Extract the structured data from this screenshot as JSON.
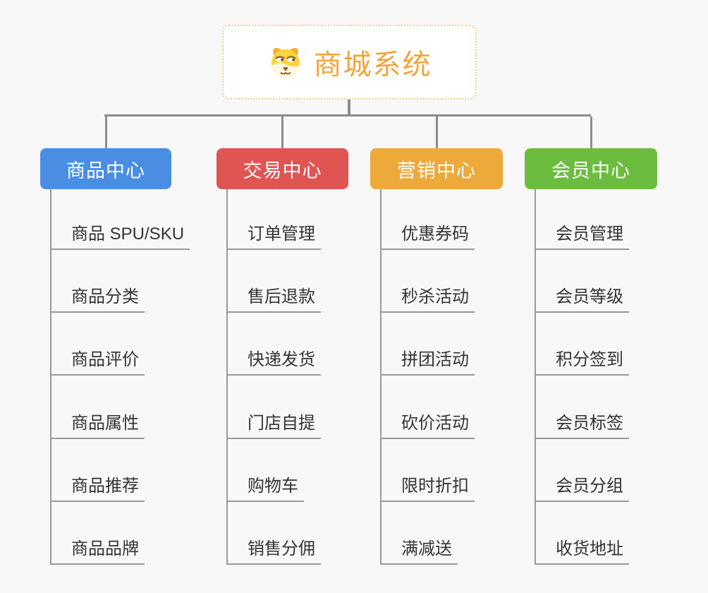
{
  "root": {
    "title": "商城系统",
    "icon": "dog-face-icon",
    "text_color": "#f1a53c",
    "border_color": "#f5cd8f",
    "background": "#ffffff"
  },
  "branches": [
    {
      "label": "商品中心",
      "color": "#4a8ee4",
      "children": [
        "商品 SPU/SKU",
        "商品分类",
        "商品评价",
        "商品属性",
        "商品推荐",
        "商品品牌"
      ]
    },
    {
      "label": "交易中心",
      "color": "#e05452",
      "children": [
        "订单管理",
        "售后退款",
        "快递发货",
        "门店自提",
        "购物车",
        "销售分佣"
      ]
    },
    {
      "label": "营销中心",
      "color": "#eea93b",
      "children": [
        "优惠券码",
        "秒杀活动",
        "拼团活动",
        "砍价活动",
        "限时折扣",
        "满减送"
      ]
    },
    {
      "label": "会员中心",
      "color": "#6cbd3f",
      "children": [
        "会员管理",
        "会员等级",
        "积分签到",
        "会员标签",
        "会员分组",
        "收货地址"
      ]
    }
  ],
  "colors": {
    "canvas_background": "#f8f8f8",
    "connector": "#8c8c8c",
    "sub_connector": "#999999",
    "subtopic_text": "#333333"
  }
}
